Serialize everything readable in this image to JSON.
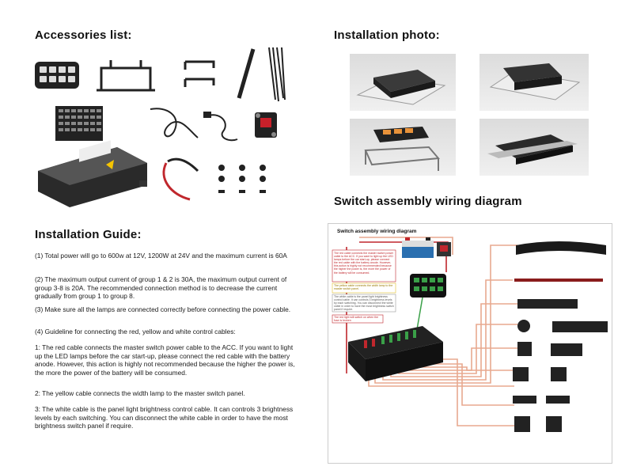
{
  "headings": {
    "accessories": "Accessories list:",
    "guide": "Installation Guide:",
    "photo": "Installation photo:",
    "wiring": "Switch assembly wiring diagram"
  },
  "guide": {
    "p1": "(1) Total power will go to 600w at 12V, 1200W at 24V and the maximum current is 60A",
    "p2": "(2) The maximum output current of group 1 & 2 is 30A, the maximum output current of group 3-8 is 20A. The recommended connection method is to decrease the current gradually from group 1 to group 8.",
    "p3": "(3) Make sure all the lamps are connected correctly before connecting the power cable.",
    "p4": "(4) Guideline for connecting the red, yellow and white control cables:",
    "p5": "1: The red cable connects the master switch power cable to the ACC. If you want to light up the LED lamps before the car start-up, please connect the red cable with the battery anode. However, this action is highly not recommended because the higher the power is, the more the power of the battery will be consumed.",
    "p6": "2: The yellow cable connects the width lamp to the master switch panel.",
    "p7": "3: The white cable is the panel light brightness control cable. It can controls 3 brightness levels by each switching. You can disconnect the white cable in order to have the most brightness switch panel if require."
  },
  "diagram": {
    "title": "Switch assembly wiring diagram",
    "note_red": "The red cable connects the master switch power cable to the ACC. If you want to light up the LED lamps before the car start-up, please connect the red cable with the battery anode. However, this action is highly not recommended because the higher the power is, the more the power of the battery will be consumed.",
    "note_yellow": "The yellow cable connects the width lamp to the master switch panel.",
    "note_white": "The white cable is the panel light brightness control cable. It can controls 3 brightness levels by each switching. You can disconnect the white cable in order to have the most brightness switch panel if require.",
    "note_red2": "The red light will switch on when the fuse is broken"
  },
  "colors": {
    "wire_red": "#c0272d",
    "wire_orange": "#e8a98f",
    "wire_yellow": "#e0c030",
    "wire_green": "#3aa048"
  }
}
